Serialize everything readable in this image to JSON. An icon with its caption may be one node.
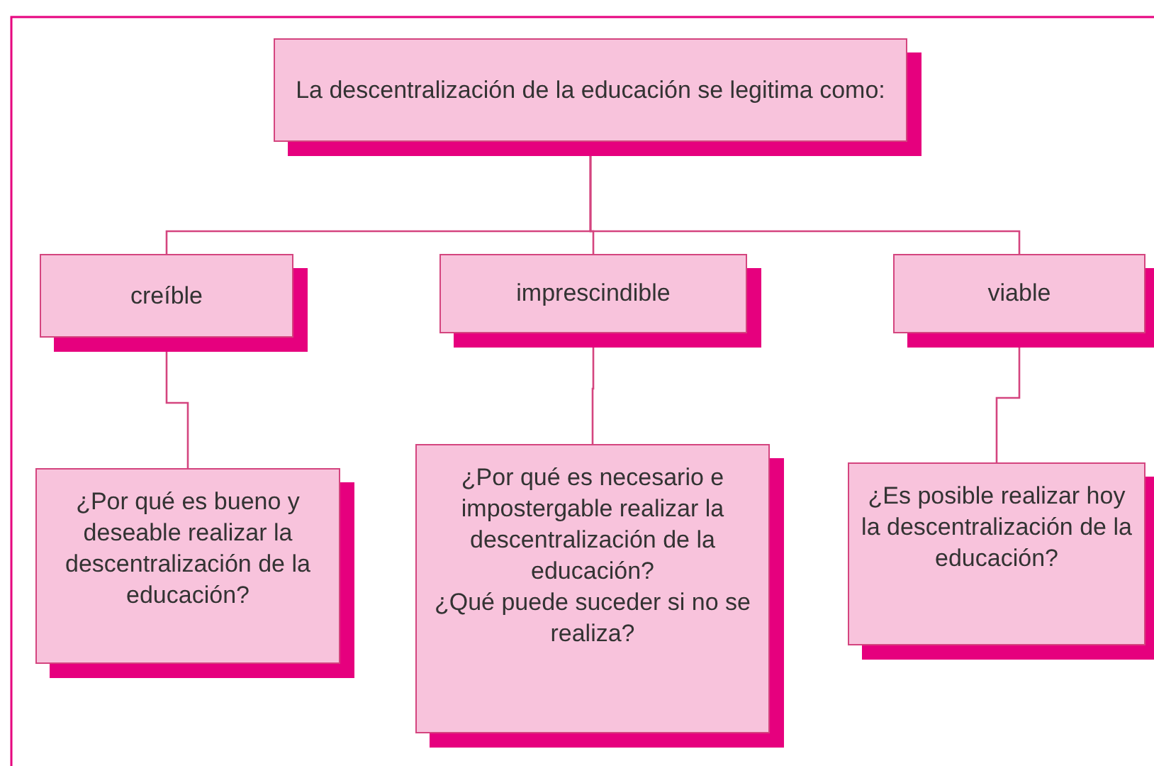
{
  "diagram": {
    "nodes": [
      {
        "text": [
          "La descentralización de la educación se legitima como:"
        ]
      },
      {
        "text": [
          "creíble"
        ]
      },
      {
        "text": [
          "imprescindible"
        ]
      },
      {
        "text": [
          "viable"
        ]
      },
      {
        "text": [
          "¿Por qué es bueno y deseable realizar la descentralización de la educación?"
        ]
      },
      {
        "text": [
          "¿Por qué es necesario e impostergable realizar la descentralización de la educación?",
          "¿Qué puede suceder si no se realiza?"
        ]
      },
      {
        "text": [
          "¿Es posible realizar hoy la descentralización de la educación?"
        ]
      }
    ],
    "edges": [
      {
        "from": 0,
        "to": 1,
        "arrow": "none"
      },
      {
        "from": 0,
        "to": 2,
        "arrow": "none"
      },
      {
        "from": 0,
        "to": 3,
        "arrow": "none"
      },
      {
        "from": 1,
        "to": 4,
        "arrow": "none"
      },
      {
        "from": 2,
        "to": 5,
        "arrow": "none"
      },
      {
        "from": 3,
        "to": 6,
        "arrow": "none"
      }
    ]
  }
}
